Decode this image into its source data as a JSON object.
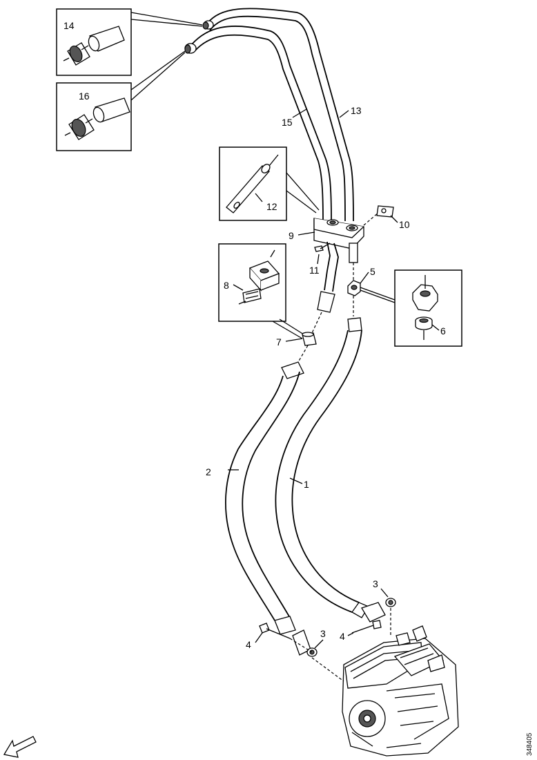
{
  "callouts": {
    "c1": "1",
    "c2": "2",
    "c3a": "3",
    "c3b": "3",
    "c4a": "4",
    "c4b": "4",
    "c5": "5",
    "c6": "6",
    "c7": "7",
    "c8": "8",
    "c9": "9",
    "c10": "10",
    "c11": "11",
    "c12": "12",
    "c13": "13",
    "c14": "14",
    "c15": "15",
    "c16": "16"
  },
  "drawing_code": "348405"
}
